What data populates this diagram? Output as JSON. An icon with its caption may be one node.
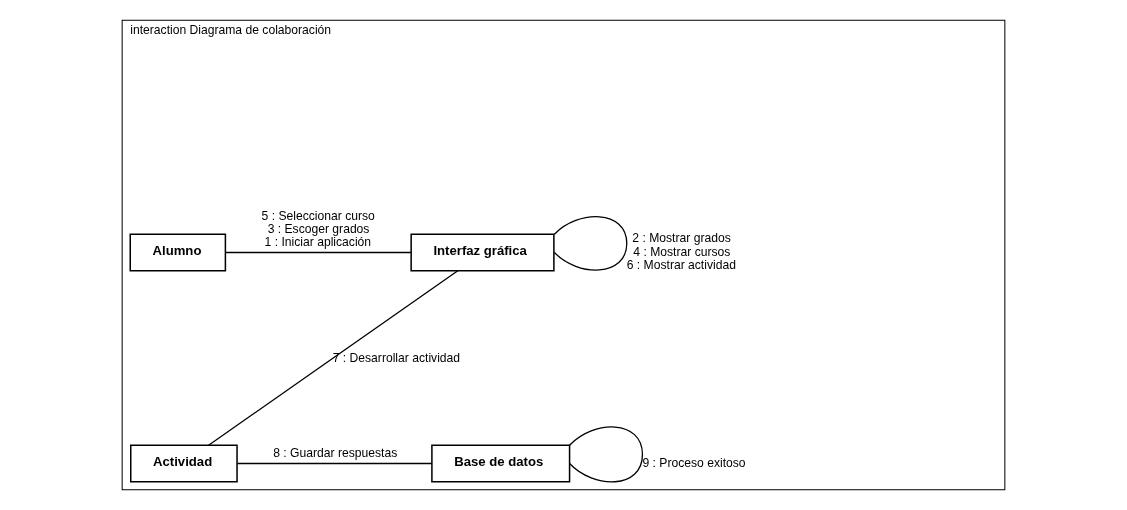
{
  "diagram": {
    "nodes": [
      {
        "text": [
          "interaction Diagrama de colaboración"
        ]
      },
      {
        "text": [
          "Alumno"
        ],
        "in": 0
      },
      {
        "text": [
          "Interfaz gráfica"
        ],
        "in": 0
      },
      {
        "text": [
          "Base de datos"
        ],
        "in": 0
      },
      {
        "text": [
          "Actividad"
        ],
        "in": 0
      }
    ],
    "edges": [
      {
        "from": 1,
        "to": 2,
        "arrow": "none"
      },
      {
        "from": 2,
        "to": 2,
        "arrow": "none"
      },
      {
        "from": 2,
        "to": 4,
        "arrow": "none"
      },
      {
        "from": 4,
        "to": 3,
        "arrow": "none"
      },
      {
        "from": 3,
        "to": 3,
        "arrow": "none"
      }
    ],
    "labels": [
      "5 : Seleccionar curso",
      "3 : Escoger grados",
      "1 : Iniciar aplicación",
      "2 : Mostrar grados",
      "4 : Mostrar cursos",
      "6 : Mostrar actividad",
      "7 : Desarrollar actividad",
      "9 : Proceso exitoso",
      "8 : Guardar respuestas"
    ]
  }
}
